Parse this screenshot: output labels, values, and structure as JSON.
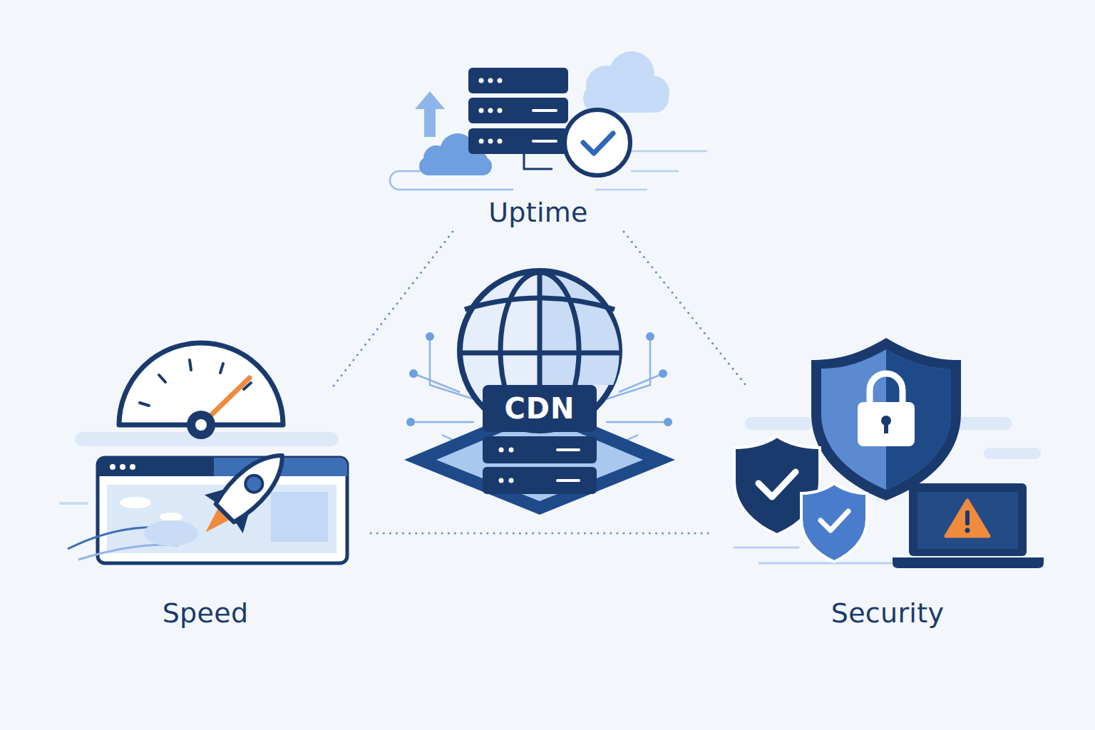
{
  "diagram": {
    "nodes": [
      {
        "text": [
          "Uptime"
        ]
      },
      {
        "text": [
          "CDN"
        ]
      },
      {
        "text": [
          "Speed"
        ]
      },
      {
        "text": [
          "Security"
        ]
      }
    ],
    "edges": [
      {
        "from": 0,
        "to": 2,
        "arrow": "none"
      },
      {
        "from": 0,
        "to": 3,
        "arrow": "none"
      },
      {
        "from": 2,
        "to": 3,
        "arrow": "none"
      }
    ]
  }
}
